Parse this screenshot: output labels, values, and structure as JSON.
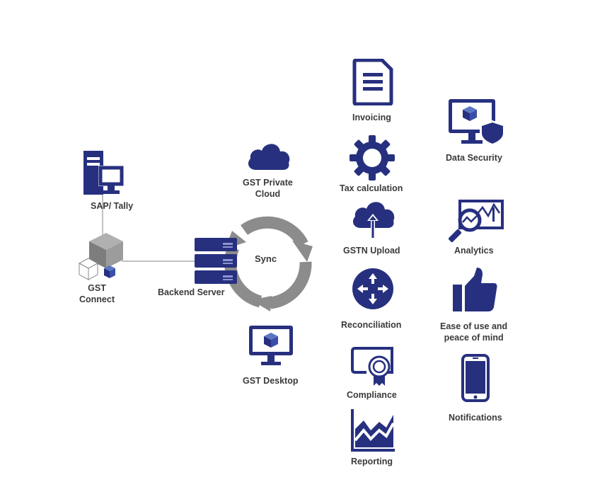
{
  "colors": {
    "primary": "#27307f",
    "gray": "#8a8a8a",
    "dark_gray": "#6e6e6e",
    "line": "#9a9a9a"
  },
  "left": {
    "sap": {
      "label": "SAP/ Tally",
      "icon": "computer-tower-icon"
    },
    "gst_connect": {
      "line1": "GST",
      "line2": "Connect",
      "icon": "cubes-icon"
    },
    "backend": {
      "label": "Backend Server",
      "icon": "server-icon"
    }
  },
  "center": {
    "cloud": {
      "line1": "GST Private",
      "line2": "Cloud",
      "icon": "cloud-icon"
    },
    "sync": {
      "label": "Sync",
      "icon": "sync-arrows-icon"
    },
    "desktop": {
      "label": "GST Desktop",
      "icon": "desktop-monitor-icon"
    }
  },
  "features_col1": [
    {
      "label": "Invoicing",
      "icon": "document-icon"
    },
    {
      "label": "Tax calculation",
      "icon": "gear-icon"
    },
    {
      "label": "GSTN Upload",
      "icon": "cloud-upload-icon"
    },
    {
      "label": "Reconciliation",
      "icon": "arrows-cross-icon"
    },
    {
      "label": "Compliance",
      "icon": "certificate-icon"
    },
    {
      "label": "Reporting",
      "icon": "chart-area-icon"
    }
  ],
  "features_col2": [
    {
      "label": "Data Security",
      "icon": "monitor-shield-icon"
    },
    {
      "label": "Analytics",
      "icon": "magnifier-chart-icon"
    },
    {
      "line1": "Ease of use and",
      "line2": "peace of mind",
      "icon": "thumbs-up-icon"
    },
    {
      "label": "Notifications",
      "icon": "smartphone-icon"
    }
  ]
}
